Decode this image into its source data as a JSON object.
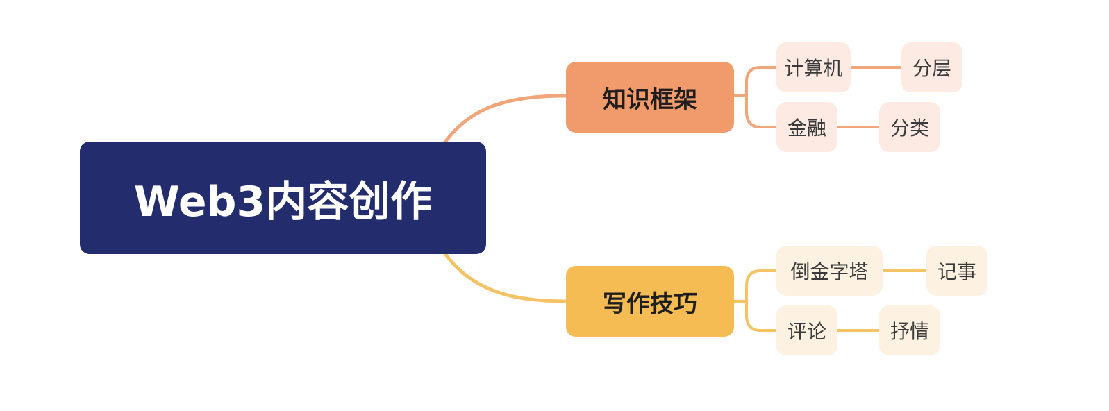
{
  "mindmap": {
    "root": {
      "label": "Web3内容创作"
    },
    "branches": [
      {
        "label": "知识框架",
        "color": "#f19b6c",
        "children": [
          {
            "label": "计算机",
            "child": {
              "label": "分层"
            }
          },
          {
            "label": "金融",
            "child": {
              "label": "分类"
            }
          }
        ]
      },
      {
        "label": "写作技巧",
        "color": "#f4bc52",
        "children": [
          {
            "label": "倒金字塔",
            "child": {
              "label": "记事"
            }
          },
          {
            "label": "评论",
            "child": {
              "label": "抒情"
            }
          }
        ]
      }
    ]
  },
  "colors": {
    "root_fill": "#232d6e",
    "root_text": "#ffffff",
    "branch1_leaf_fill": "#fdebe3",
    "branch2_leaf_fill": "#fdf2e1"
  }
}
